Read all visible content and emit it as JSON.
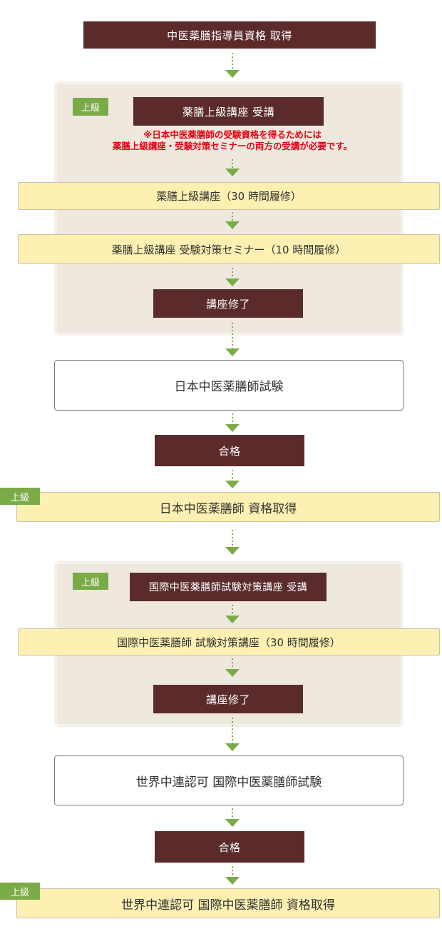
{
  "colors": {
    "dark_box": "#5b2b2b",
    "yellow_box": "#fdf0b2",
    "panel_bg": "#efe8df",
    "tag_green": "#7bab47",
    "arrow_green": "#7bab47",
    "note_red": "#e60012"
  },
  "steps": {
    "top_title": "中医薬膳指導員資格 取得",
    "panel1_tag": "上級",
    "panel1_title": "薬膳上級講座 受講",
    "panel1_note_line1": "※日本中医薬膳師の受験資格を得るためには",
    "panel1_note_line2": "薬膳上級講座・受験対策セミナーの両方の受講が必要です。",
    "course_30h": "薬膳上級講座（30 時間履修）",
    "seminar_10h": "薬膳上級講座 受験対策セミナー（10 時間履修）",
    "completion1": "講座修了",
    "exam1": "日本中医薬膳師試験",
    "pass1": "合格",
    "cert1_tag": "上級",
    "cert1": "日本中医薬膳師 資格取得",
    "panel2_tag": "上級",
    "panel2_title": "国際中医薬膳師試験対策講座 受講",
    "intl_course_30h": "国際中医薬膳師 試験対策講座（30 時間履修）",
    "completion2": "講座修了",
    "exam2": "世界中連認可 国際中医薬膳師試験",
    "pass2": "合格",
    "cert2_tag": "上級",
    "cert2": "世界中連認可 国際中医薬膳師 資格取得"
  }
}
